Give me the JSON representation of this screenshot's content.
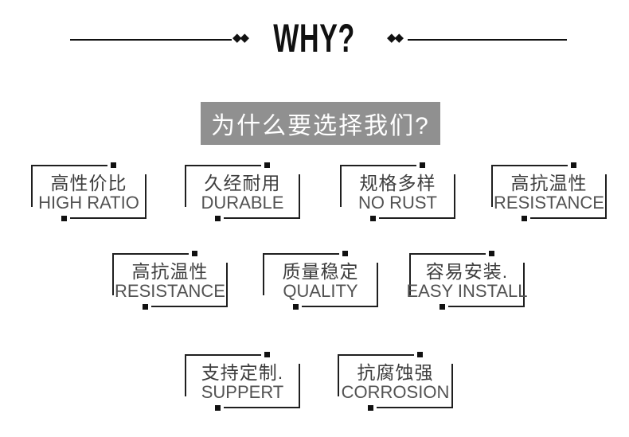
{
  "header": {
    "title": "WHY?",
    "left_diamonds": "◆◆",
    "right_diamonds": "◆◆"
  },
  "banner": {
    "text": "为什么要选择我们?",
    "background_color": "#909090",
    "text_color": "#ffffff"
  },
  "features": [
    {
      "cn": "高性价比",
      "en": "HIGH RATIO"
    },
    {
      "cn": "久经耐用",
      "en": "DURABLE"
    },
    {
      "cn": "规格多样",
      "en": "NO RUST"
    },
    {
      "cn": "高抗温性",
      "en": "RESISTANCE"
    },
    {
      "cn": "高抗温性",
      "en": "RESISTANCE"
    },
    {
      "cn": "质量稳定",
      "en": "QUALITY"
    },
    {
      "cn": "容易安装.",
      "en": "EASY INSTALL"
    },
    {
      "cn": "支持定制.",
      "en": "SUPPERT"
    },
    {
      "cn": "抗腐蚀强",
      "en": "CORROSION"
    }
  ],
  "colors": {
    "divider_line": "#111111",
    "frame_border": "#1f1f1f",
    "text_cn": "#3d3d3d",
    "text_en": "#525252"
  }
}
